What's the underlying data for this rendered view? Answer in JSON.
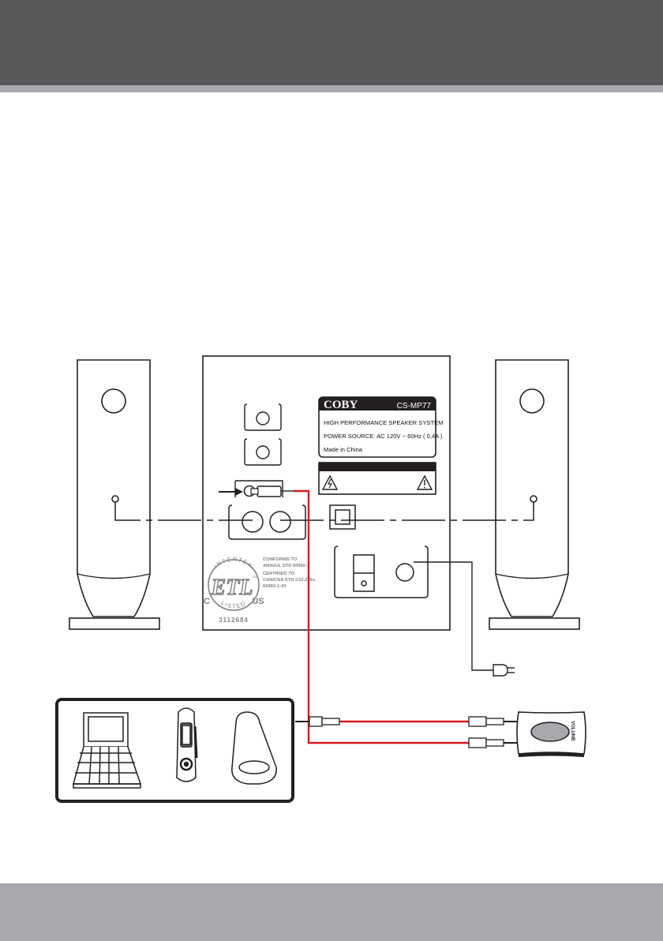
{
  "label": {
    "brand": "COBY",
    "model": "CS-MP77",
    "line1": "HIGH PERFORMANCE SPEAKER SYSTEM",
    "line2": "POWER SOURCE: AC 120V ~ 60Hz ( 0,4A )",
    "line3": "Made in China"
  },
  "certification": {
    "conforms_title": "CONFORMS TO",
    "conforms_std": "ANSI/UL STD 60950-1",
    "certified_title": "CERTIFIED TO",
    "certified_std": "CAN/CSA STD C22.2 No.",
    "certified_std2": "60950-1-03",
    "mark_top": "INTERTEK",
    "mark_bottom": "LISTED",
    "mark_center": "ETL",
    "mark_small": "CM",
    "mark_left": "C",
    "mark_right": "US",
    "number": "3112684"
  },
  "volume_pod": {
    "label": "VOLUME"
  },
  "colors": {
    "cable": "#d71920",
    "header": "#58595b",
    "rule": "#a7a9ac",
    "footer": "#a7a9ac",
    "line": "#231f20"
  }
}
